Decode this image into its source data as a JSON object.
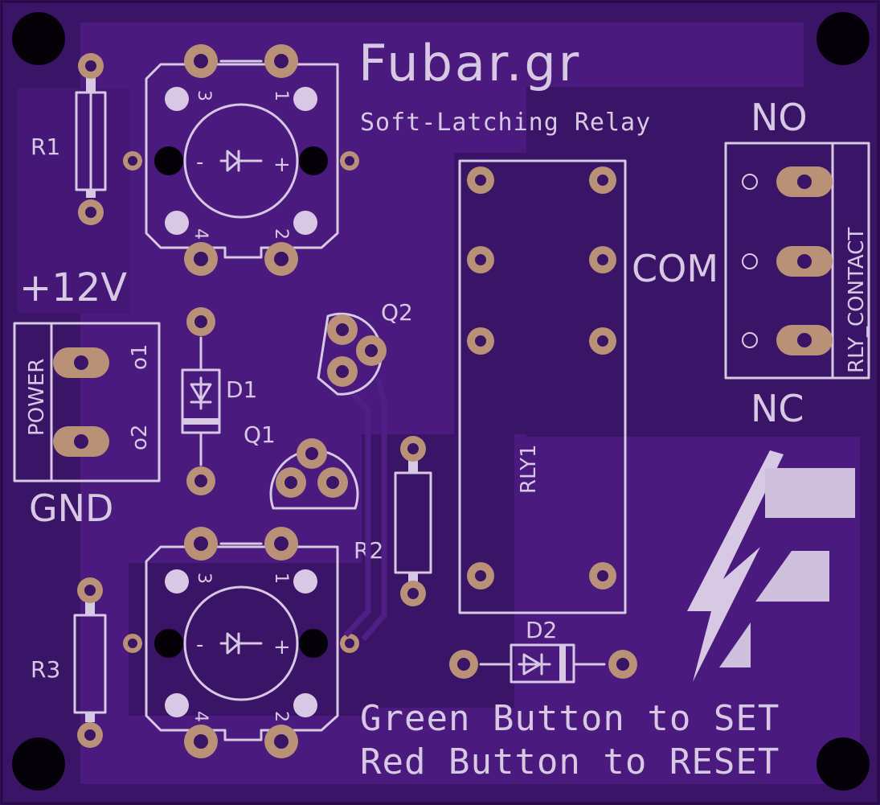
{
  "board": {
    "brand": "Fubar.gr",
    "subtitle": "Soft-Latching Relay",
    "instructions": [
      "Green Button to SET",
      "Red Button to RESET"
    ]
  },
  "labels": {
    "r1": "R1",
    "r2": "R2",
    "r3": "R3",
    "d1": "D1",
    "d2": "D2",
    "q1": "Q1",
    "q2": "Q2",
    "rly1": "RLY1",
    "power_conn": "POWER",
    "contact_conn": "RLY_CONTACT",
    "plus12v": "+12V",
    "gnd": "GND",
    "no": "NO",
    "com": "COM",
    "nc": "NC",
    "pin1": "1",
    "pin2": "2",
    "pin3": "3",
    "pin4": "4",
    "minus": "-",
    "plus": "+",
    "pwr_pin1": "o1",
    "pwr_pin2": "o2"
  },
  "colors": {
    "substrate": "#3a1466",
    "copper_pour": "#4a1a7e",
    "silkscreen": "#d7c8e3",
    "pad": "#b89177"
  }
}
